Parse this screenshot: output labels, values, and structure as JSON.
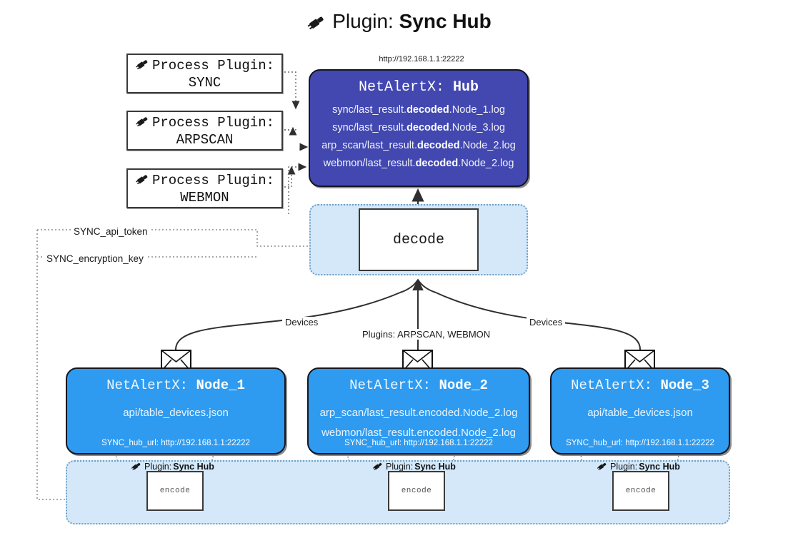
{
  "title": {
    "icon": "plug-icon",
    "prefix": "Plugin:",
    "name": "Sync Hub"
  },
  "hub": {
    "url": "http://192.168.1.1:22222",
    "label_prefix": "NetAlertX:",
    "label_name": "Hub",
    "logs": [
      {
        "pre": "sync/last_result.",
        "mid": "decoded",
        "post": ".Node_1.log"
      },
      {
        "pre": "sync/last_result.",
        "mid": "decoded",
        "post": ".Node_3.log"
      },
      {
        "pre": "arp_scan/last_result.",
        "mid": "decoded",
        "post": ".Node_2.log"
      },
      {
        "pre": "webmon/last_result.",
        "mid": "decoded",
        "post": ".Node_2.log"
      }
    ],
    "color": "#4248b0"
  },
  "process_plugins": [
    {
      "icon": "plug-icon",
      "line1": "Process Plugin:",
      "line2": "SYNC"
    },
    {
      "icon": "plug-icon",
      "line1": "Process Plugin:",
      "line2": "ARPSCAN"
    },
    {
      "icon": "plug-icon",
      "line1": "Process Plugin:",
      "line2": "WEBMON"
    }
  ],
  "decode": {
    "label": "decode"
  },
  "keys": [
    {
      "label": "SYNC_api_token"
    },
    {
      "label": "SYNC_encryption_key"
    }
  ],
  "edge_labels": {
    "devices_left": "Devices",
    "devices_right": "Devices",
    "plugins_center": "Plugins: ARPSCAN, WEBMON"
  },
  "nodes": [
    {
      "label_prefix": "NetAlertX:",
      "label_name": "Node_1",
      "lines": [
        "api/table_devices.json"
      ],
      "footer": "SYNC_hub_url: http://192.168.1.1:22222",
      "envelope_icon": "envelope-icon"
    },
    {
      "label_prefix": "NetAlertX:",
      "label_name": "Node_2",
      "lines": [
        "arp_scan/last_result.encoded.Node_2.log",
        "webmon/last_result.encoded.Node_2.log"
      ],
      "footer": "SYNC_hub_url: http://192.168.1.1:22222",
      "envelope_icon": "envelope-icon"
    },
    {
      "label_prefix": "NetAlertX:",
      "label_name": "Node_3",
      "lines": [
        "api/table_devices.json"
      ],
      "footer": "SYNC_hub_url: http://192.168.1.1:22222",
      "envelope_icon": "envelope-icon"
    }
  ],
  "encoders": [
    {
      "icon": "plug-icon",
      "prefix": "Plugin:",
      "name": "Sync Hub",
      "box_label": "encode"
    },
    {
      "icon": "plug-icon",
      "prefix": "Plugin:",
      "name": "Sync Hub",
      "box_label": "encode"
    },
    {
      "icon": "plug-icon",
      "prefix": "Plugin:",
      "name": "Sync Hub",
      "box_label": "encode"
    }
  ],
  "colors": {
    "node_blue": "#2e9bf0",
    "hub_indigo": "#4248b0",
    "panel_light_blue": "#d4e8f9",
    "stroke_dark": "#3a3a3a"
  }
}
